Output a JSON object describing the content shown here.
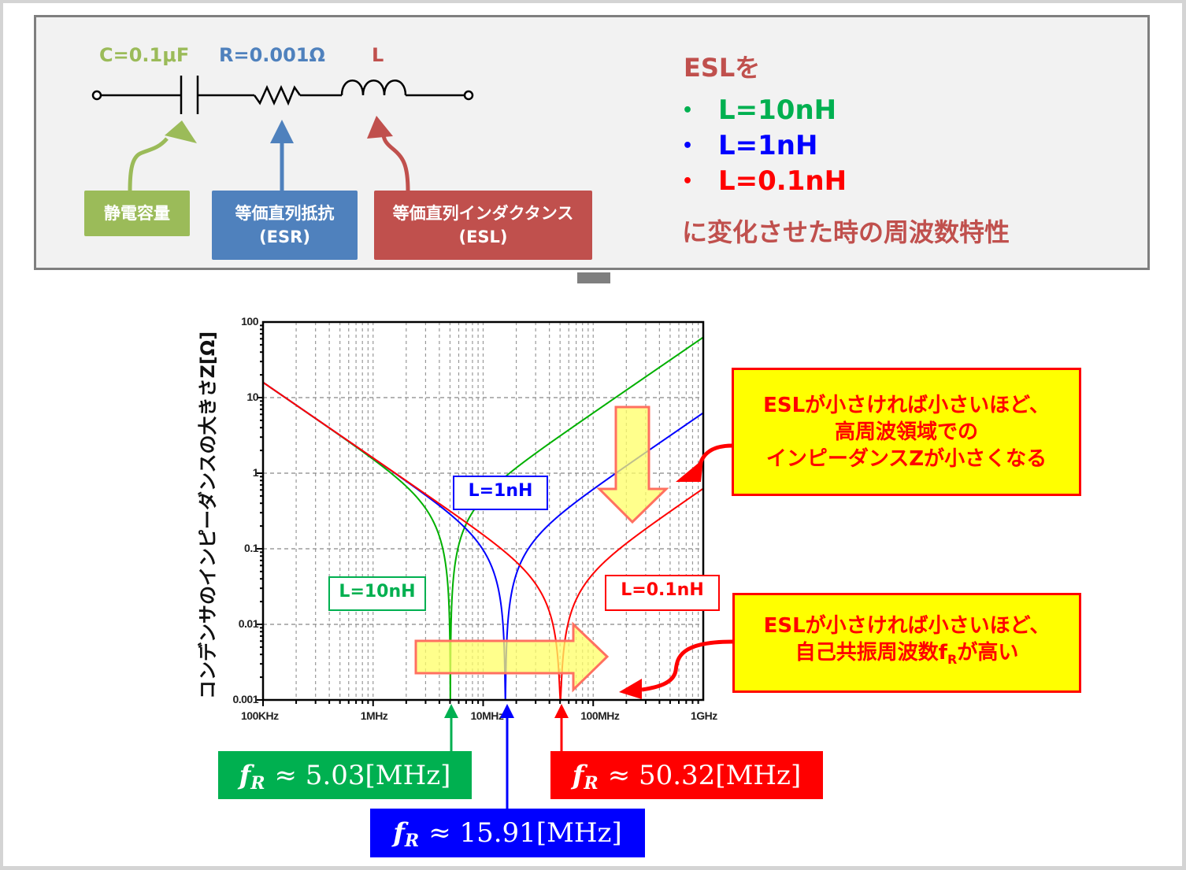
{
  "circuit": {
    "capacitor_label": "C=0.1μF",
    "resistor_label": "R=0.001Ω",
    "inductor_label": "L",
    "callouts": [
      {
        "line1": "静電容量",
        "line2": "",
        "color": "#9bbb59"
      },
      {
        "line1": "等価直列抵抗",
        "line2": "(ESR)",
        "color": "#4f81bd"
      },
      {
        "line1": "等価直列インダクタンス",
        "line2": "(ESL)",
        "color": "#c0504d"
      }
    ],
    "colors": {
      "capacitor": "#9bbb59",
      "resistor": "#4f81bd",
      "inductor": "#c0504d"
    }
  },
  "description": {
    "title": "ESLを",
    "items": [
      {
        "label": "L=10nH",
        "color": "#00b050"
      },
      {
        "label": "L=1nH",
        "color": "#0000ff"
      },
      {
        "label": "L=0.1nH",
        "color": "#ff0000"
      }
    ],
    "footer": "に変化させた時の周波数特性",
    "bullet": "•"
  },
  "chart_data": {
    "type": "line",
    "title": "",
    "xlabel": "",
    "ylabel": "コンデンサのインピーダンスの大きさZ[Ω]",
    "xscale": "log",
    "yscale": "log",
    "xlim_hz": [
      100000,
      1000000000
    ],
    "ylim": [
      0.001,
      100
    ],
    "x_ticks": [
      "100KHz",
      "1MHz",
      "10MHz",
      "100MHz",
      "1GHz"
    ],
    "y_ticks": [
      "100",
      "10",
      "1",
      "0.1",
      "0.01",
      "0.001"
    ],
    "grid": true,
    "circuit_params": {
      "C_farad": 1e-07,
      "R_ohm": 0.001
    },
    "series": [
      {
        "name": "L=10nH",
        "L_henry": 1e-08,
        "color": "#00b000",
        "resonance_mhz": 5.03,
        "sample_points": [
          [
            0.1,
            15.9
          ],
          [
            1,
            1.53
          ],
          [
            3,
            0.34
          ],
          [
            5.03,
            0.001
          ],
          [
            10,
            0.47
          ],
          [
            100,
            6.27
          ],
          [
            1000,
            62.8
          ]
        ]
      },
      {
        "name": "L=1nH",
        "L_henry": 1e-09,
        "color": "#0000ff",
        "resonance_mhz": 15.91,
        "sample_points": [
          [
            0.1,
            15.9
          ],
          [
            1,
            1.59
          ],
          [
            10,
            0.096
          ],
          [
            15.91,
            0.001
          ],
          [
            100,
            0.61
          ],
          [
            1000,
            6.28
          ]
        ]
      },
      {
        "name": "L=0.1nH",
        "L_henry": 1e-10,
        "color": "#ff0000",
        "resonance_mhz": 50.32,
        "sample_points": [
          [
            0.1,
            15.9
          ],
          [
            1,
            1.59
          ],
          [
            10,
            0.153
          ],
          [
            50.32,
            0.001
          ],
          [
            100,
            0.047
          ],
          [
            1000,
            0.627
          ]
        ]
      }
    ],
    "annotations": [
      {
        "text": "L=1nH",
        "color": "#0000ff"
      },
      {
        "text": "L=10nH",
        "color": "#00b050"
      },
      {
        "text": "L=0.1nH",
        "color": "#ff0000"
      }
    ]
  },
  "notes": {
    "impedance": {
      "lines": [
        "ESLが小さければ小さいほど、",
        "高周波領域での",
        "インピーダンスZが小さくなる"
      ]
    },
    "resonance": {
      "line1": "ESLが小さければ小さいほど、",
      "line2_prefix": "自己共振周波数f",
      "line2_sub": "R",
      "line2_suffix": "が高い"
    }
  },
  "resonance_labels": [
    {
      "f": "f",
      "sub": "R",
      "value": "≈ 5.03[MHz]",
      "color": "#00b050"
    },
    {
      "f": "f",
      "sub": "R",
      "value": "≈ 15.91[MHz]",
      "color": "#0000ff"
    },
    {
      "f": "f",
      "sub": "R",
      "value": "≈ 50.32[MHz]",
      "color": "#ff0000"
    }
  ]
}
